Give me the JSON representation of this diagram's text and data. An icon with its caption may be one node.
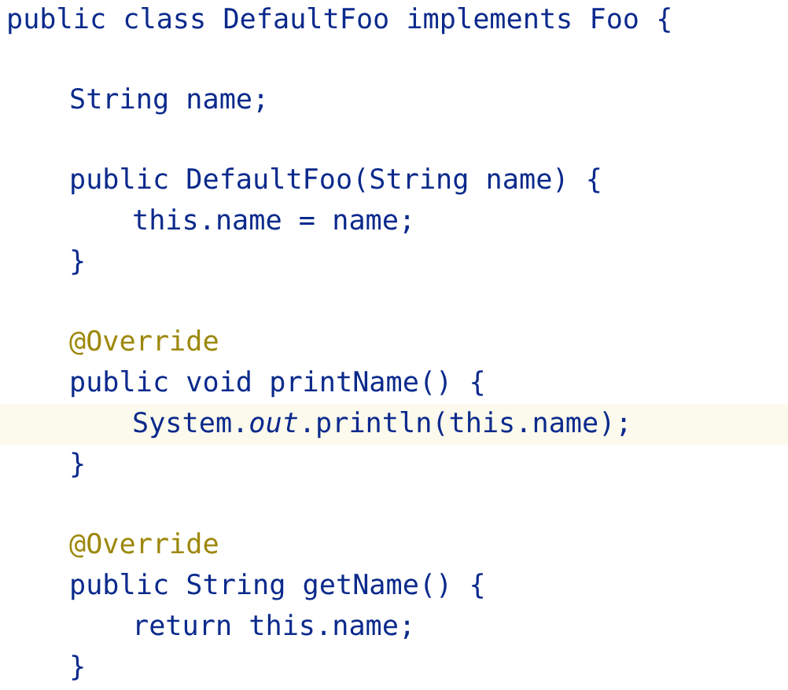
{
  "diagram": {
    "labels": [
      "public class DefaultFoo implements Foo {",
      "String name;",
      "public DefaultFoo(String name) {",
      "this.name = name;",
      "}",
      "@Override",
      "public void printName() {",
      "System.*out*.println(this.name);",
      "}",
      "@Override",
      "public String getName() {",
      "return this.name;",
      "}"
    ]
  }
}
